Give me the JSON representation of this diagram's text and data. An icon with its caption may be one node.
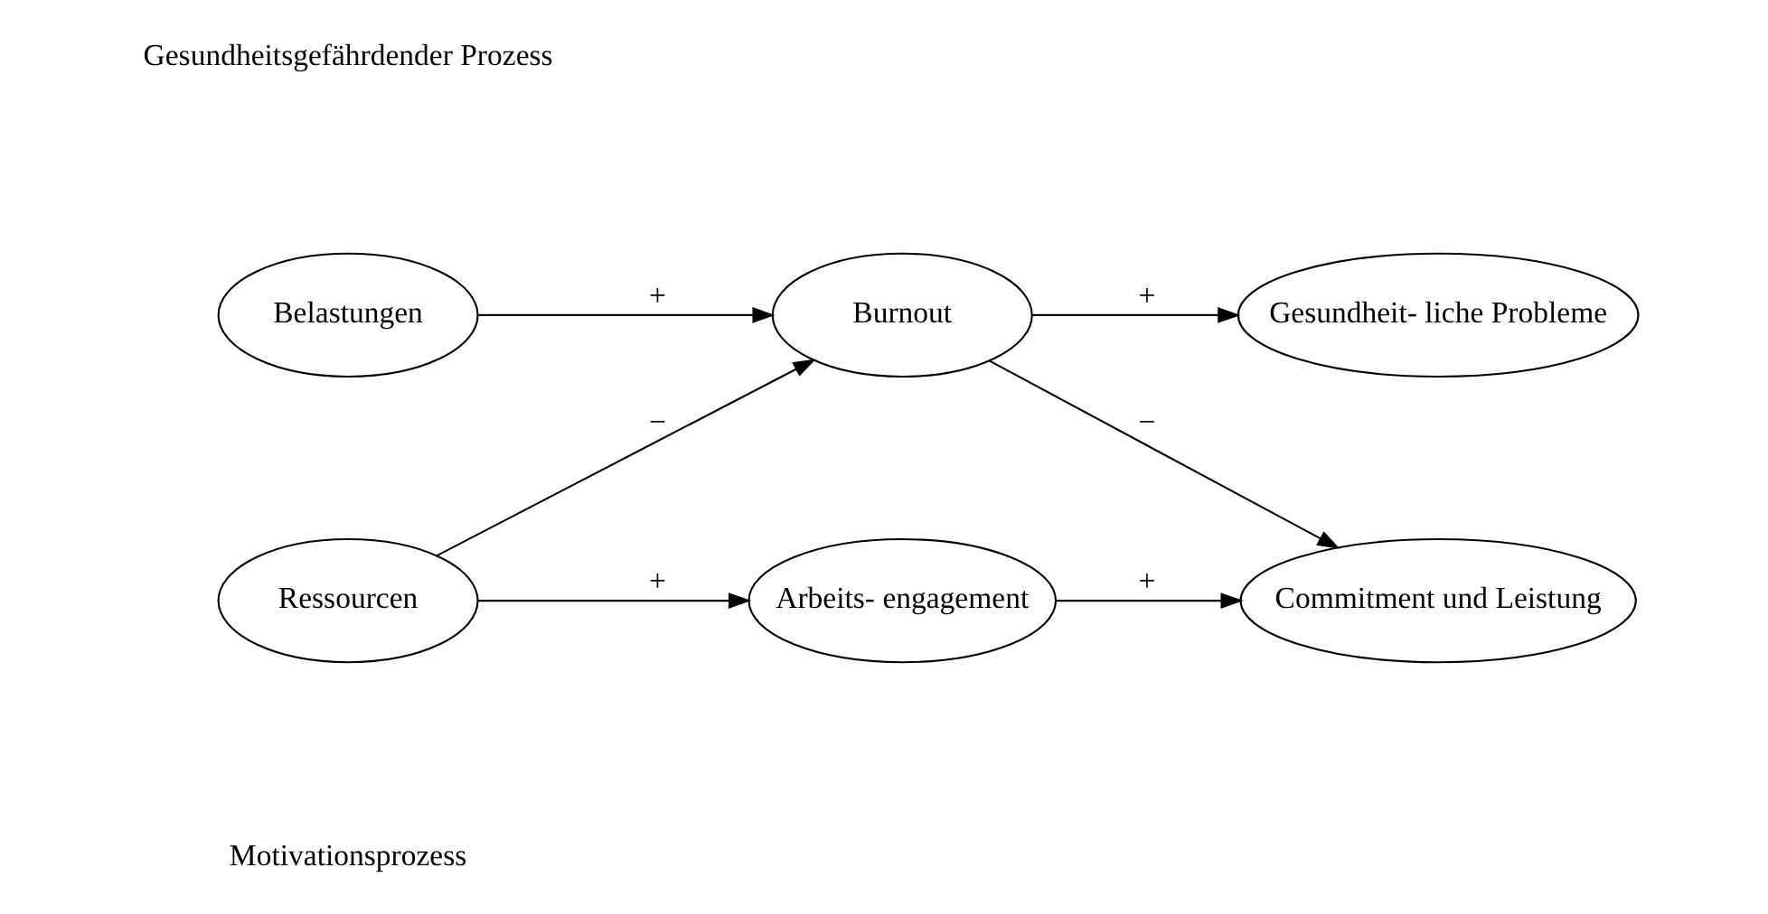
{
  "diagram": {
    "nodes": [
      {
        "text": [
          "Belastungen"
        ]
      },
      {
        "text": [
          "Burnout"
        ]
      },
      {
        "text": [
          "Gesundheit- liche Probleme"
        ]
      },
      {
        "text": [
          "Ressourcen"
        ]
      },
      {
        "text": [
          "Arbeits- engagement"
        ]
      },
      {
        "text": [
          "Commitment und Leistung"
        ]
      }
    ],
    "edges": [
      {
        "from": 0,
        "to": 1,
        "arrow": "to",
        "label": "+"
      },
      {
        "from": 1,
        "to": 2,
        "arrow": "to",
        "label": "+"
      },
      {
        "from": 3,
        "to": 1,
        "arrow": "to",
        "label": "−"
      },
      {
        "from": 1,
        "to": 5,
        "arrow": "to",
        "label": "−"
      },
      {
        "from": 3,
        "to": 4,
        "arrow": "to",
        "label": "+"
      },
      {
        "from": 4,
        "to": 5,
        "arrow": "to",
        "label": "+"
      }
    ],
    "labels": [
      "Gesundheitsgefährdender Prozess",
      "Motivationsprozess"
    ]
  }
}
